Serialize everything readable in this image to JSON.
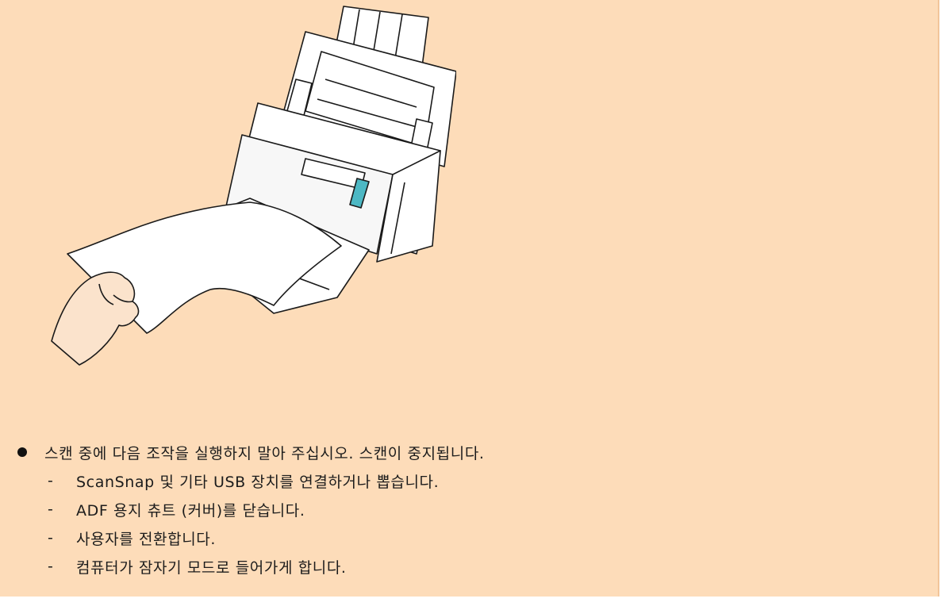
{
  "notes": {
    "main": "스캔 중에 다음 조작을 실행하지 말아 주십시오. 스캔이 중지됩니다.",
    "dash": "-",
    "items": [
      "ScanSnap 및 기타 USB 장치를 연결하거나 뽑습니다.",
      "ADF 용지 츄트 (커버)를 닫습니다.",
      "사용자를 전환합니다.",
      "컴퓨터가 잠자기 모드로 들어가게 합니다."
    ]
  },
  "colors": {
    "panel_background": "#fddcb9",
    "scanner_accent": "#4db8c4",
    "skin": "#fbe3cc"
  }
}
